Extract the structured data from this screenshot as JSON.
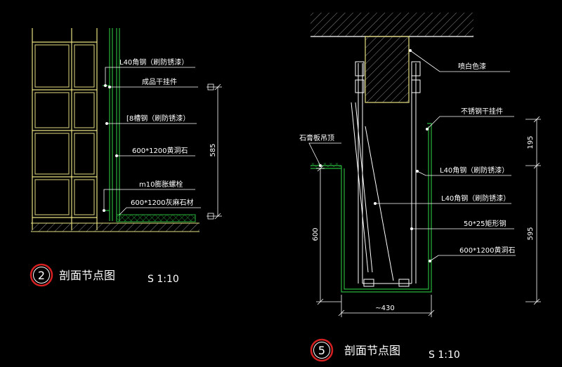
{
  "colors": {
    "background": "#000000",
    "wall": "#e6e080",
    "steel": "#27b33a",
    "leader": "#ffffff",
    "circle_ring": "#d42020",
    "hatch": "#9a9a9a"
  },
  "detail_2": {
    "labels": {
      "l40_angle": "L40角钢（刷防锈漆）",
      "finished_pendant": "成品干挂件",
      "channel_8": "[8槽钢（刷防锈漆）",
      "granite": "600*1200黄洞石",
      "bolt": "m10膨胀螺栓",
      "gray_stone": "600*1200灰麻石材"
    },
    "dimension": "585",
    "title_number": "2",
    "title": "剖面节点图",
    "scale": "S 1:10"
  },
  "detail_5": {
    "labels": {
      "white_paint": "喷白色漆",
      "ss_pendant": "不锈钢干挂件",
      "gypsum_ceiling": "石膏板吊顶",
      "l40_angle_1": "L40角钢（刷防锈漆）",
      "l40_angle_2": "L40角钢（刷防锈漆）",
      "rect_steel": "50*25矩形钢",
      "granite": "600*1200黄洞石"
    },
    "dimensions": {
      "top_right": "195",
      "right": "595",
      "left": "600",
      "bottom": "~430"
    },
    "title_number": "5",
    "title": "剖面节点图",
    "scale": "S 1:10"
  }
}
